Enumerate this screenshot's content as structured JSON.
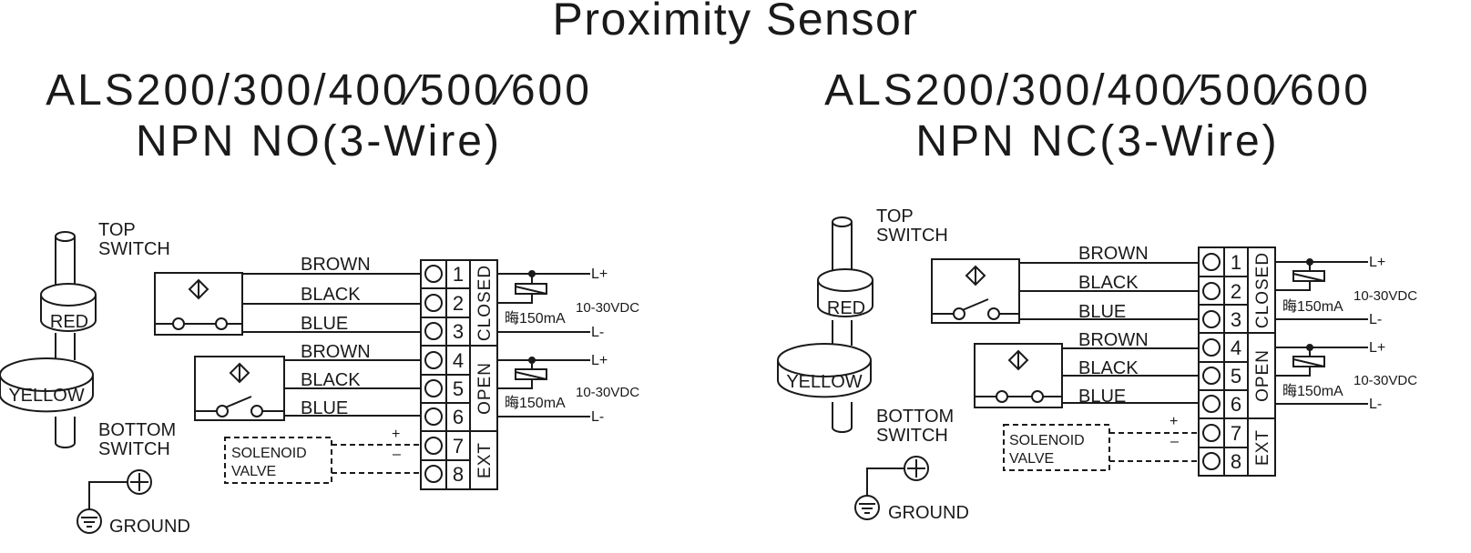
{
  "title": "Proximity Sensor",
  "diagrams": [
    {
      "model": "ALS200/300/400∕500∕600",
      "variant": "NPN NO(3-Wire)",
      "top_switch": [
        "TOP",
        "SWITCH"
      ],
      "bottom_switch": [
        "BOTTOM",
        "SWITCH"
      ],
      "float_red": "RED",
      "float_yellow": "YELLOW",
      "ground": "GROUND",
      "wires_1": [
        "BROWN",
        "BLACK",
        "BLUE"
      ],
      "wires_2": [
        "BROWN",
        "BLACK",
        "BLUE"
      ],
      "terminals": [
        "1",
        "2",
        "3",
        "4",
        "5",
        "6",
        "7",
        "8"
      ],
      "groups": [
        "CLOSED",
        "OPEN",
        "EXT"
      ],
      "supply": {
        "pos": "L+",
        "neg": "L-",
        "voltage": "10-30VDC",
        "load": "晦150mA"
      },
      "solenoid": [
        "SOLENOID",
        "VALVE"
      ],
      "sol_plus": "+",
      "sol_minus": "–"
    },
    {
      "model": "ALS200/300/400∕500∕600",
      "variant": "NPN NC(3-Wire)",
      "top_switch": [
        "TOP",
        "SWITCH"
      ],
      "bottom_switch": [
        "BOTTOM",
        "SWITCH"
      ],
      "float_red": "RED",
      "float_yellow": "YELLOW",
      "ground": "GROUND",
      "wires_1": [
        "BROWN",
        "BLACK",
        "BLUE"
      ],
      "wires_2": [
        "BROWN",
        "BLACK",
        "BLUE"
      ],
      "terminals": [
        "1",
        "2",
        "3",
        "4",
        "5",
        "6",
        "7",
        "8"
      ],
      "groups": [
        "CLOSED",
        "OPEN",
        "EXT"
      ],
      "supply": {
        "pos": "L+",
        "neg": "L-",
        "voltage": "10-30VDC",
        "load": "晦150mA"
      },
      "solenoid": [
        "SOLENOID",
        "VALVE"
      ],
      "sol_plus": "+",
      "sol_minus": "–"
    }
  ]
}
